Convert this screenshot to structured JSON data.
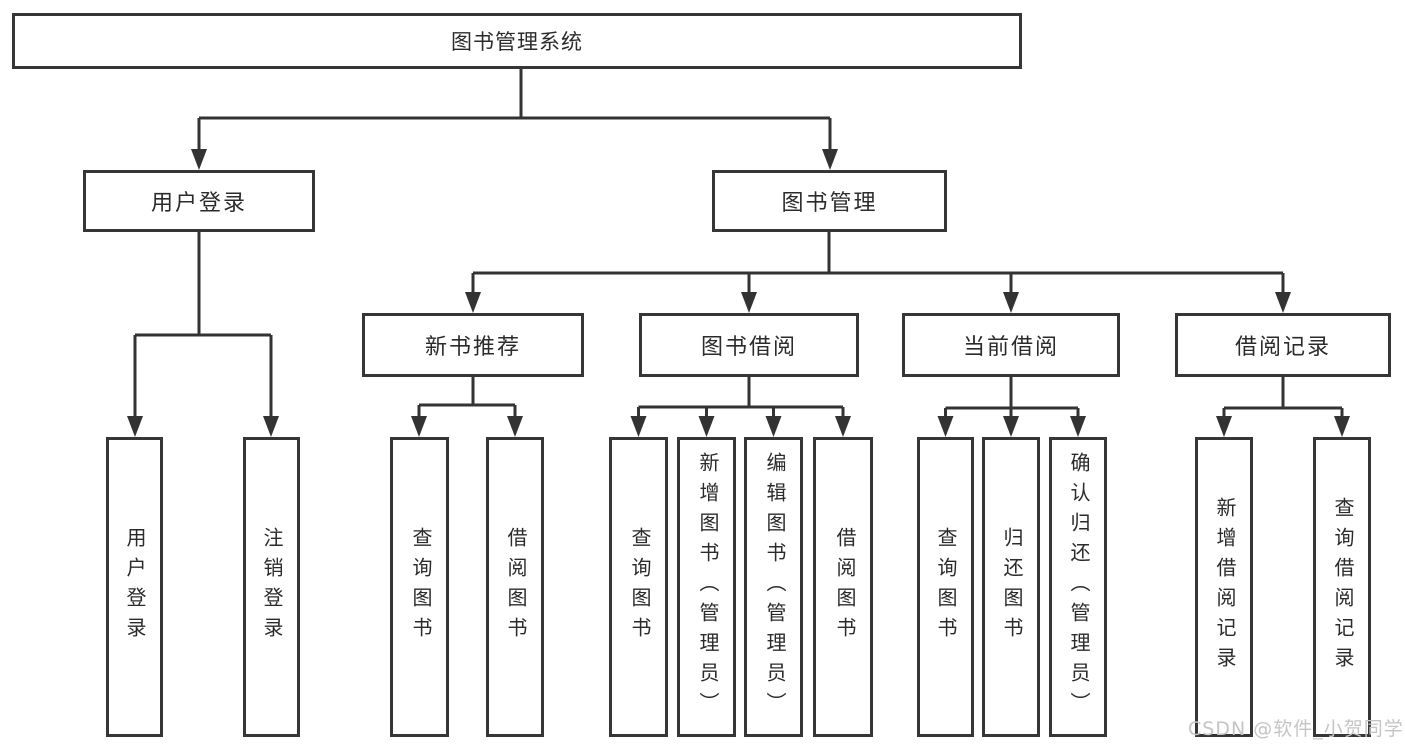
{
  "tree": {
    "root": "图书管理系统",
    "level2": [
      "用户登录",
      "图书管理"
    ],
    "level3": [
      "新书推荐",
      "图书借阅",
      "当前借阅",
      "借阅记录"
    ],
    "leaves": {
      "login": [
        "用户登录",
        "注销登录"
      ],
      "recommend": [
        "查询图书",
        "借阅图书"
      ],
      "borrow": [
        "查询图书",
        "新增图书（管理员）",
        "编辑图书（管理员）",
        "借阅图书"
      ],
      "current": [
        "查询图书",
        "归还图书",
        "确认归还（管理员）"
      ],
      "records": [
        "新增借阅记录",
        "查询借阅记录"
      ]
    }
  },
  "watermark": "CSDN @软件_小贺同学",
  "colors": {
    "line": "#333333",
    "text": "#2b2b2b",
    "watermark": "#c5c5c5",
    "background": "#ffffff"
  }
}
